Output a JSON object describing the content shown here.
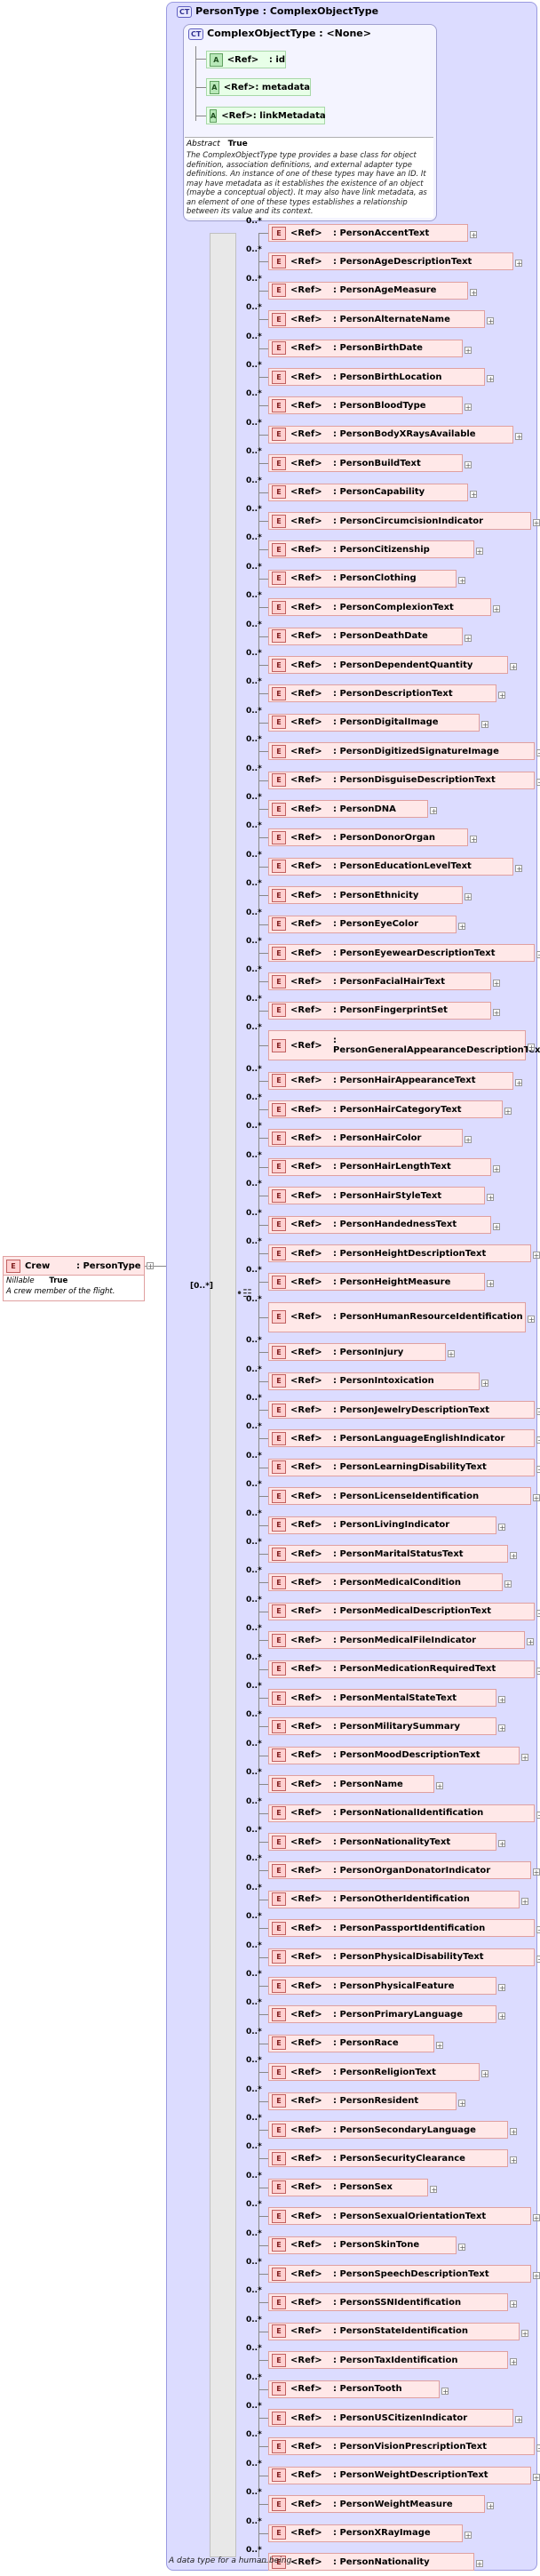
{
  "outer": {
    "badge": "CT",
    "title": "PersonType : ComplexObjectType"
  },
  "complex": {
    "badge": "CT",
    "title": "ComplexObjectType : <None>"
  },
  "attributes": [
    {
      "badge": "A",
      "ref": "<Ref>",
      "name": ": id"
    },
    {
      "badge": "A",
      "ref": "<Ref>",
      "name": ": metadata"
    },
    {
      "badge": "A",
      "ref": "<Ref>",
      "name": ": linkMetadata"
    }
  ],
  "abstract": {
    "label": "Abstract",
    "value": "True",
    "text": "The ComplexObjectType type provides a base class for object definition, association definitions, and external adapter type definitions. An instance of one of these types may have an ID. It may have metadata as it establishes the existence of an object (maybe a conceptual object). It may also have link metadata, as an element of one of these types establishes a relationship between its value and its context."
  },
  "sequence_occurrence": "[0..*]",
  "crew": {
    "badge": "E",
    "name": "Crew",
    "type": ": PersonType",
    "nillable_label": "Nillable",
    "nillable_value": "True",
    "description": "A crew member of the flight."
  },
  "element_badge": "E",
  "element_ref": "<Ref>",
  "element_occurrence": "0..*",
  "elements": [
    ": PersonAccentText",
    ": PersonAgeDescriptionText",
    ": PersonAgeMeasure",
    ": PersonAlternateName",
    ": PersonBirthDate",
    ": PersonBirthLocation",
    ": PersonBloodType",
    ": PersonBodyXRaysAvailable",
    ": PersonBuildText",
    ": PersonCapability",
    ": PersonCircumcisionIndicator",
    ": PersonCitizenship",
    ": PersonClothing",
    ": PersonComplexionText",
    ": PersonDeathDate",
    ": PersonDependentQuantity",
    ": PersonDescriptionText",
    ": PersonDigitalImage",
    ": PersonDigitizedSignatureImage",
    ": PersonDisguiseDescriptionText",
    ": PersonDNA",
    ": PersonDonorOrgan",
    ": PersonEducationLevelText",
    ": PersonEthnicity",
    ": PersonEyeColor",
    ": PersonEyewearDescriptionText",
    ": PersonFacialHairText",
    ": PersonFingerprintSet",
    ": PersonGeneralAppearanceDescriptionText",
    ": PersonHairAppearanceText",
    ": PersonHairCategoryText",
    ": PersonHairColor",
    ": PersonHairLengthText",
    ": PersonHairStyleText",
    ": PersonHandednessText",
    ": PersonHeightDescriptionText",
    ": PersonHeightMeasure",
    ": PersonHumanResourceIdentification",
    ": PersonInjury",
    ": PersonIntoxication",
    ": PersonJewelryDescriptionText",
    ": PersonLanguageEnglishIndicator",
    ": PersonLearningDisabilityText",
    ": PersonLicenseIdentification",
    ": PersonLivingIndicator",
    ": PersonMaritalStatusText",
    ": PersonMedicalCondition",
    ": PersonMedicalDescriptionText",
    ": PersonMedicalFileIndicator",
    ": PersonMedicationRequiredText",
    ": PersonMentalStateText",
    ": PersonMilitarySummary",
    ": PersonMoodDescriptionText",
    ": PersonName",
    ": PersonNationalIdentification",
    ": PersonNationalityText",
    ": PersonOrganDonatorIndicator",
    ": PersonOtherIdentification",
    ": PersonPassportIdentification",
    ": PersonPhysicalDisabilityText",
    ": PersonPhysicalFeature",
    ": PersonPrimaryLanguage",
    ": PersonRace",
    ": PersonReligionText",
    ": PersonResident",
    ": PersonSecondaryLanguage",
    ": PersonSecurityClearance",
    ": PersonSex",
    ": PersonSexualOrientationText",
    ": PersonSkinTone",
    ": PersonSpeechDescriptionText",
    ": PersonSSNIdentification",
    ": PersonStateIdentification",
    ": PersonTaxIdentification",
    ": PersonTooth",
    ": PersonUSCitizenIndicator",
    ": PersonVisionPrescriptionText",
    ": PersonWeightDescriptionText",
    ": PersonWeightMeasure",
    ": PersonXRayImage",
    ": PersonNationality"
  ],
  "type_description": "A data type for a human being."
}
